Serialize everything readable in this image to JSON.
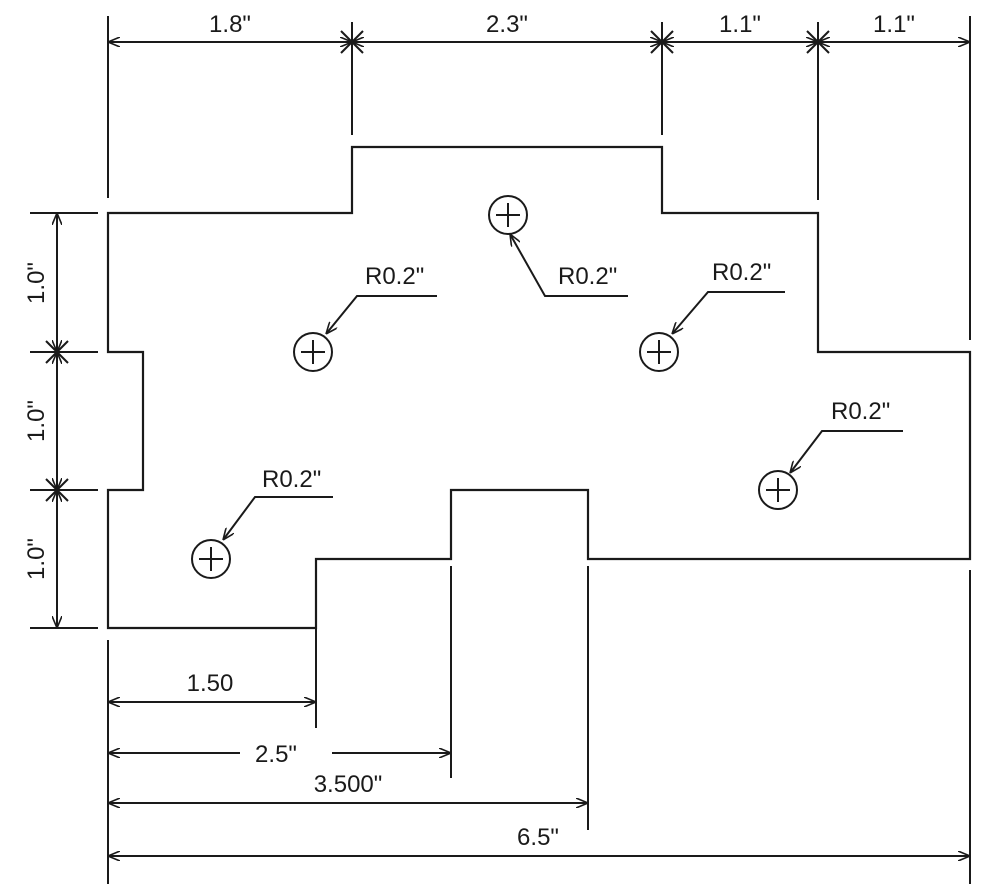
{
  "dimensions": {
    "top": [
      "1.8\"",
      "2.3\"",
      "1.1\"",
      "1.1\""
    ],
    "left": [
      "1.0\"",
      "1.0\"",
      "1.0\""
    ],
    "bottom_1_50": "1.50",
    "bottom_2_5": "2.5\"",
    "bottom_3_500": "3.500\"",
    "overall_width": "6.5\""
  },
  "holes": [
    {
      "label": "R0.2\""
    },
    {
      "label": "R0.2\""
    },
    {
      "label": "R0.2\""
    },
    {
      "label": "R0.2\""
    },
    {
      "label": "R0.2\""
    }
  ]
}
